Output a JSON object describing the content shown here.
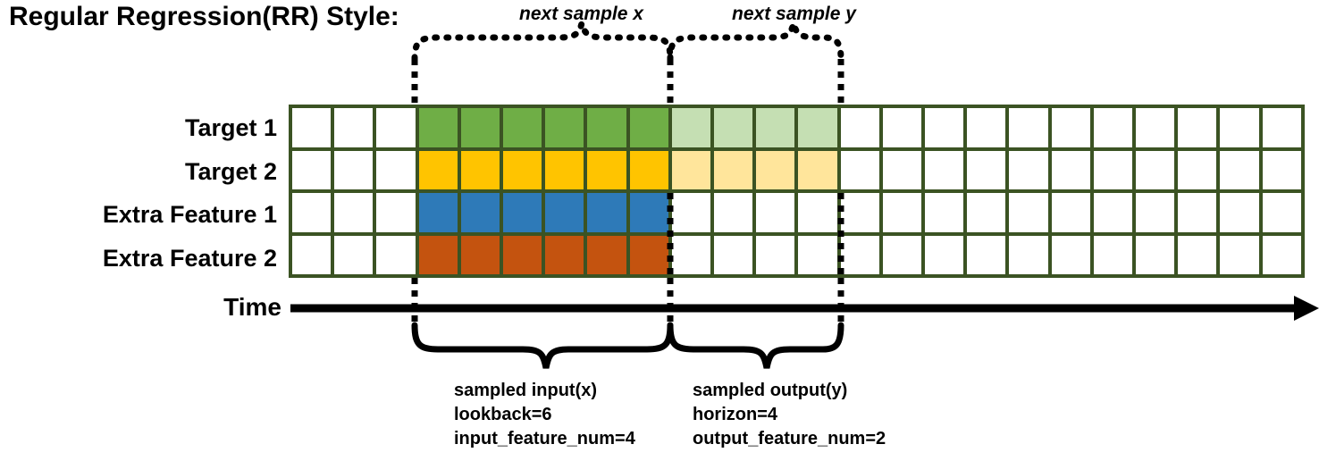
{
  "title": "Regular Regression(RR) Style:",
  "rows": [
    {
      "label": "Target 1",
      "name": "target-1"
    },
    {
      "label": "Target 2",
      "name": "target-2"
    },
    {
      "label": "Extra Feature 1",
      "name": "extra-feature-1"
    },
    {
      "label": "Extra Feature 2",
      "name": "extra-feature-2"
    }
  ],
  "grid": {
    "columns": 24,
    "lead_white_columns": 3,
    "input_columns": 6,
    "output_columns": 4,
    "trailing_white_columns": 11,
    "border_color": "#3B5323",
    "cells": [
      [
        "white",
        "white",
        "white",
        "green",
        "green",
        "green",
        "green",
        "green",
        "green",
        "lightgreen",
        "lightgreen",
        "lightgreen",
        "lightgreen",
        "white",
        "white",
        "white",
        "white",
        "white",
        "white",
        "white",
        "white",
        "white",
        "white",
        "white"
      ],
      [
        "white",
        "white",
        "white",
        "yellow",
        "yellow",
        "yellow",
        "yellow",
        "yellow",
        "yellow",
        "lightyellow",
        "lightyellow",
        "lightyellow",
        "lightyellow",
        "white",
        "white",
        "white",
        "white",
        "white",
        "white",
        "white",
        "white",
        "white",
        "white",
        "white"
      ],
      [
        "white",
        "white",
        "white",
        "blue",
        "blue",
        "blue",
        "blue",
        "blue",
        "blue",
        "white",
        "white",
        "white",
        "white",
        "white",
        "white",
        "white",
        "white",
        "white",
        "white",
        "white",
        "white",
        "white",
        "white",
        "white"
      ],
      [
        "white",
        "white",
        "white",
        "orange",
        "orange",
        "orange",
        "orange",
        "orange",
        "orange",
        "white",
        "white",
        "white",
        "white",
        "white",
        "white",
        "white",
        "white",
        "white",
        "white",
        "white",
        "white",
        "white",
        "white",
        "white"
      ]
    ],
    "colors": {
      "green": "#6FAE46",
      "yellow": "#FFC400",
      "blue": "#2E7AB8",
      "orange": "#C4530F",
      "lightgreen": "#C5DFB3",
      "lightyellow": "#FFE59B",
      "white": "#FFFFFF"
    }
  },
  "axis": {
    "label": "Time"
  },
  "top_brackets": [
    {
      "caption": "next sample x",
      "name": "next-sample-x"
    },
    {
      "caption": "next sample y",
      "name": "next-sample-y"
    }
  ],
  "bottom_brackets": [
    {
      "name": "sampled-input",
      "line1": "sampled input(x)",
      "line2": "lookback=6",
      "line3": "input_feature_num=4"
    },
    {
      "name": "sampled-output",
      "line1": "sampled output(y)",
      "line2": "horizon=4",
      "line3": "output_feature_num=2"
    }
  ]
}
